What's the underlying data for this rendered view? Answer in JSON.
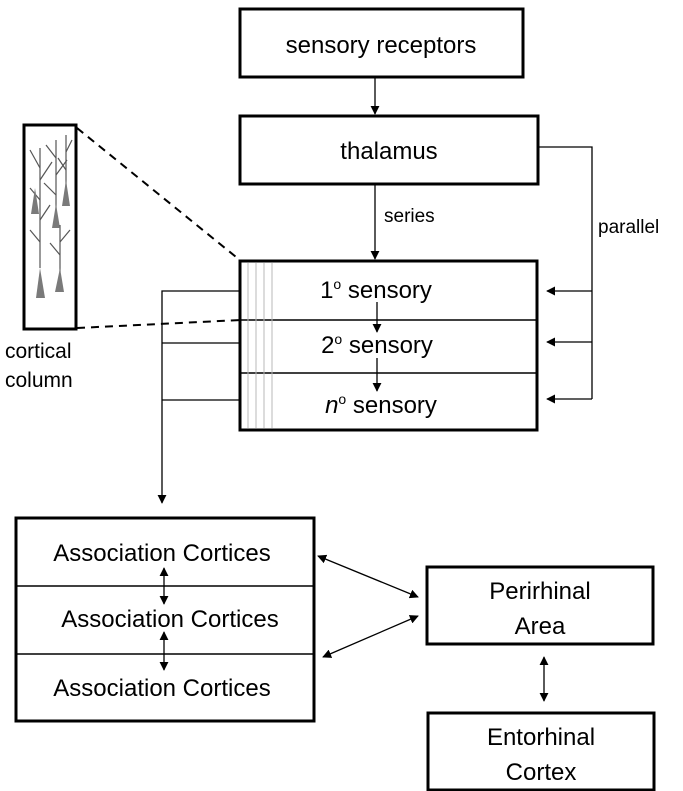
{
  "nodes": {
    "sensory_receptors": "sensory receptors",
    "thalamus": "thalamus",
    "primary": {
      "num": "1",
      "deg": "o",
      "label": " sensory"
    },
    "secondary": {
      "num": "2",
      "deg": "o",
      "label": " sensory"
    },
    "nth": {
      "num": "n",
      "deg": "o",
      "label": " sensory"
    },
    "association": [
      "Association Cortices",
      "Association Cortices",
      "Association Cortices"
    ],
    "perirhinal": [
      "Perirhinal",
      "Area"
    ],
    "entorhinal": [
      "Entorhinal",
      "Cortex"
    ]
  },
  "edge_labels": {
    "series": "series",
    "parallel": "parallel"
  },
  "inset": {
    "label_line1": "cortical",
    "label_line2": "column"
  },
  "colors": {
    "stroke": "#000000",
    "background": "#ffffff",
    "neuron": "#7a7a7a"
  }
}
